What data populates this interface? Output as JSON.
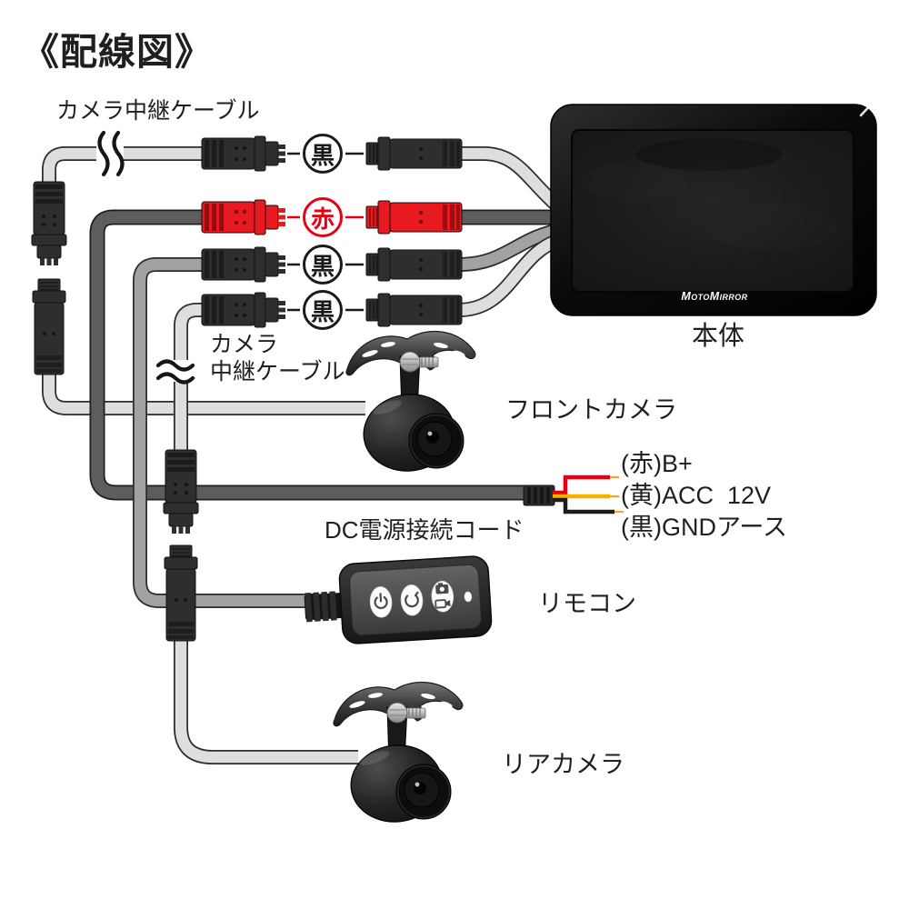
{
  "title": "《配線図》",
  "device": {
    "name_label": "本体",
    "logo": "MotoMirror"
  },
  "cables": {
    "relay_top": "カメラ中継ケーブル",
    "relay_mid_line1": "カメラ",
    "relay_mid_line2": "中継ケーブル",
    "dc_cord": "DC電源接続コード"
  },
  "components": {
    "front_camera": "フロントカメラ",
    "rear_camera": "リアカメラ",
    "remote": "リモコン"
  },
  "connector_badges": [
    {
      "label": "黒",
      "color": "#1a1a1a"
    },
    {
      "label": "赤",
      "color": "#e60012"
    },
    {
      "label": "黒",
      "color": "#1a1a1a"
    },
    {
      "label": "黒",
      "color": "#1a1a1a"
    }
  ],
  "power_wires": [
    {
      "label": "(赤)B+",
      "wire_color": "#e60012"
    },
    {
      "label": "(黄)ACC  12V",
      "wire_color": "#f6b000"
    },
    {
      "label": "(黒)GNDアース",
      "wire_color": "#1a1a1a"
    }
  ],
  "icons": {
    "remote_buttons": [
      "power-icon",
      "rotate-icon",
      "camera-video-icon"
    ],
    "status_led": "led-indicator",
    "cable_break_marks": [
      "break-squiggle-vertical",
      "break-squiggle-horizontal"
    ]
  },
  "colors": {
    "background": "#ffffff",
    "text": "#1f1f1f",
    "cable_light": "#dedede",
    "cable_medium": "#a2a2a2",
    "cable_dark": "#5d5d5d",
    "connector_black": "#2e2e2e",
    "connector_red": "#e8191f",
    "accent_red": "#e60012",
    "accent_yellow": "#f6b000"
  }
}
